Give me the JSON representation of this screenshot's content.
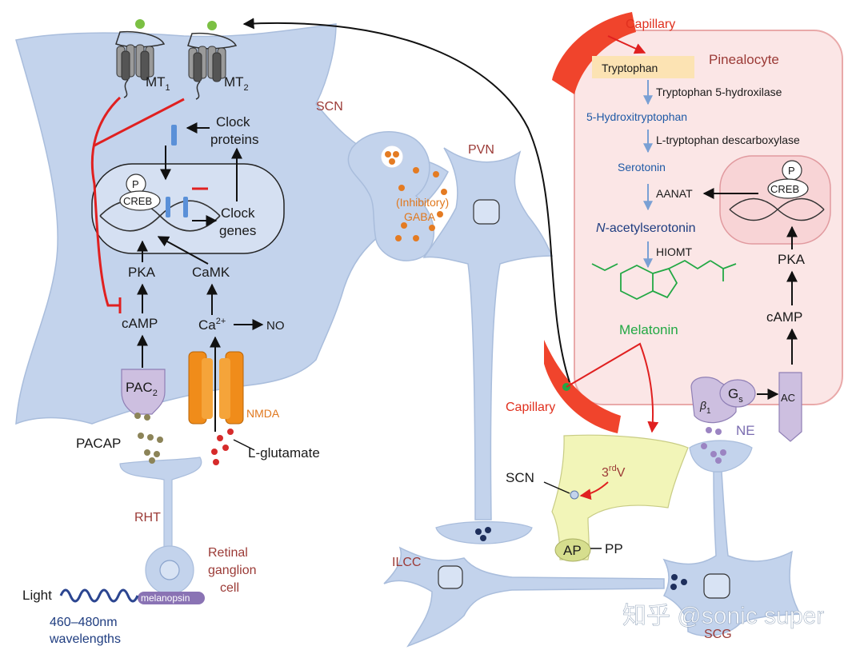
{
  "labels": {
    "mt1": "MT",
    "mt1_sub": "1",
    "mt2": "MT",
    "mt2_sub": "2",
    "scn_top": "SCN",
    "clock_proteins": [
      "Clock",
      "proteins"
    ],
    "p": "P",
    "creb": "CREB",
    "clock_genes": [
      "Clock",
      "genes"
    ],
    "pka_left": "PKA",
    "camk": "CaMK",
    "camp_left": "cAMP",
    "ca": "Ca",
    "ca_sup": "2+",
    "no": "NO",
    "pac": "PAC",
    "pac_sub": "2",
    "nmda": "NMDA",
    "pacap": "PACAP",
    "l_glutamate": "L-glutamate",
    "rht": "RHT",
    "retinal_ganglion_cell": [
      "Retinal",
      "ganglion",
      "cell"
    ],
    "light": "Light",
    "melanopsin": "melanopsin",
    "wavelength": [
      "460–480nm",
      "wavelengths"
    ],
    "inhibitory": "(Inhibitory)",
    "gaba": "GABA",
    "pvn": "PVN",
    "ilcc": "ILCC",
    "capillary_top": "Capillary",
    "pinealocyte": "Pinealocyte",
    "tryptophan": "Tryptophan",
    "tryptophan_hydroxilase": "Tryptophan 5-hydroxilase",
    "five_htp": "5-Hydroxitryptophan",
    "l_tryptophan_descarboxylase": "L-tryptophan descarboxylase",
    "serotonin": "Serotonin",
    "aanat": "AANAT",
    "n_acetyl_italic": "N",
    "n_acetyl_rest": "-acetylserotonin",
    "hiomt": "HIOMT",
    "melatonin": "Melatonin",
    "pka_right": "PKA",
    "camp_right": "cAMP",
    "p_right": "P",
    "creb_right": "CREB",
    "capillary_bottom": "Capillary",
    "beta1": "β",
    "beta1_sub": "1",
    "gs": "G",
    "gs_sub": "s",
    "ac": "AC",
    "ne": "NE",
    "scn_bottom": "SCN",
    "third_v": "3",
    "third_v_sup": "rd",
    "third_v_v": "V",
    "ap": "AP",
    "pp": "PP",
    "scg": "SCG",
    "watermark": "知乎 @sonic super"
  },
  "colors": {
    "cell_fill": "#c3d3ec",
    "cell_stroke": "#9fb5d8",
    "pineal_fill": "#fbe6e6",
    "pineal_stroke": "#e9a9a9",
    "capillary": "#f0442c",
    "inhibit_red": "#e02020",
    "melatonin_green": "#22a844",
    "gaba_orange": "#e47b22",
    "pacap_olive": "#8c8458",
    "ne_purple": "#9b84c2",
    "ilcc_navy": "#1e2f5c",
    "tryptophan_box": "#fce3b3",
    "third_ventricle": "#f2f5b8",
    "melanopsin_purple": "#8a73b4",
    "light_wave": "#2b4590"
  }
}
